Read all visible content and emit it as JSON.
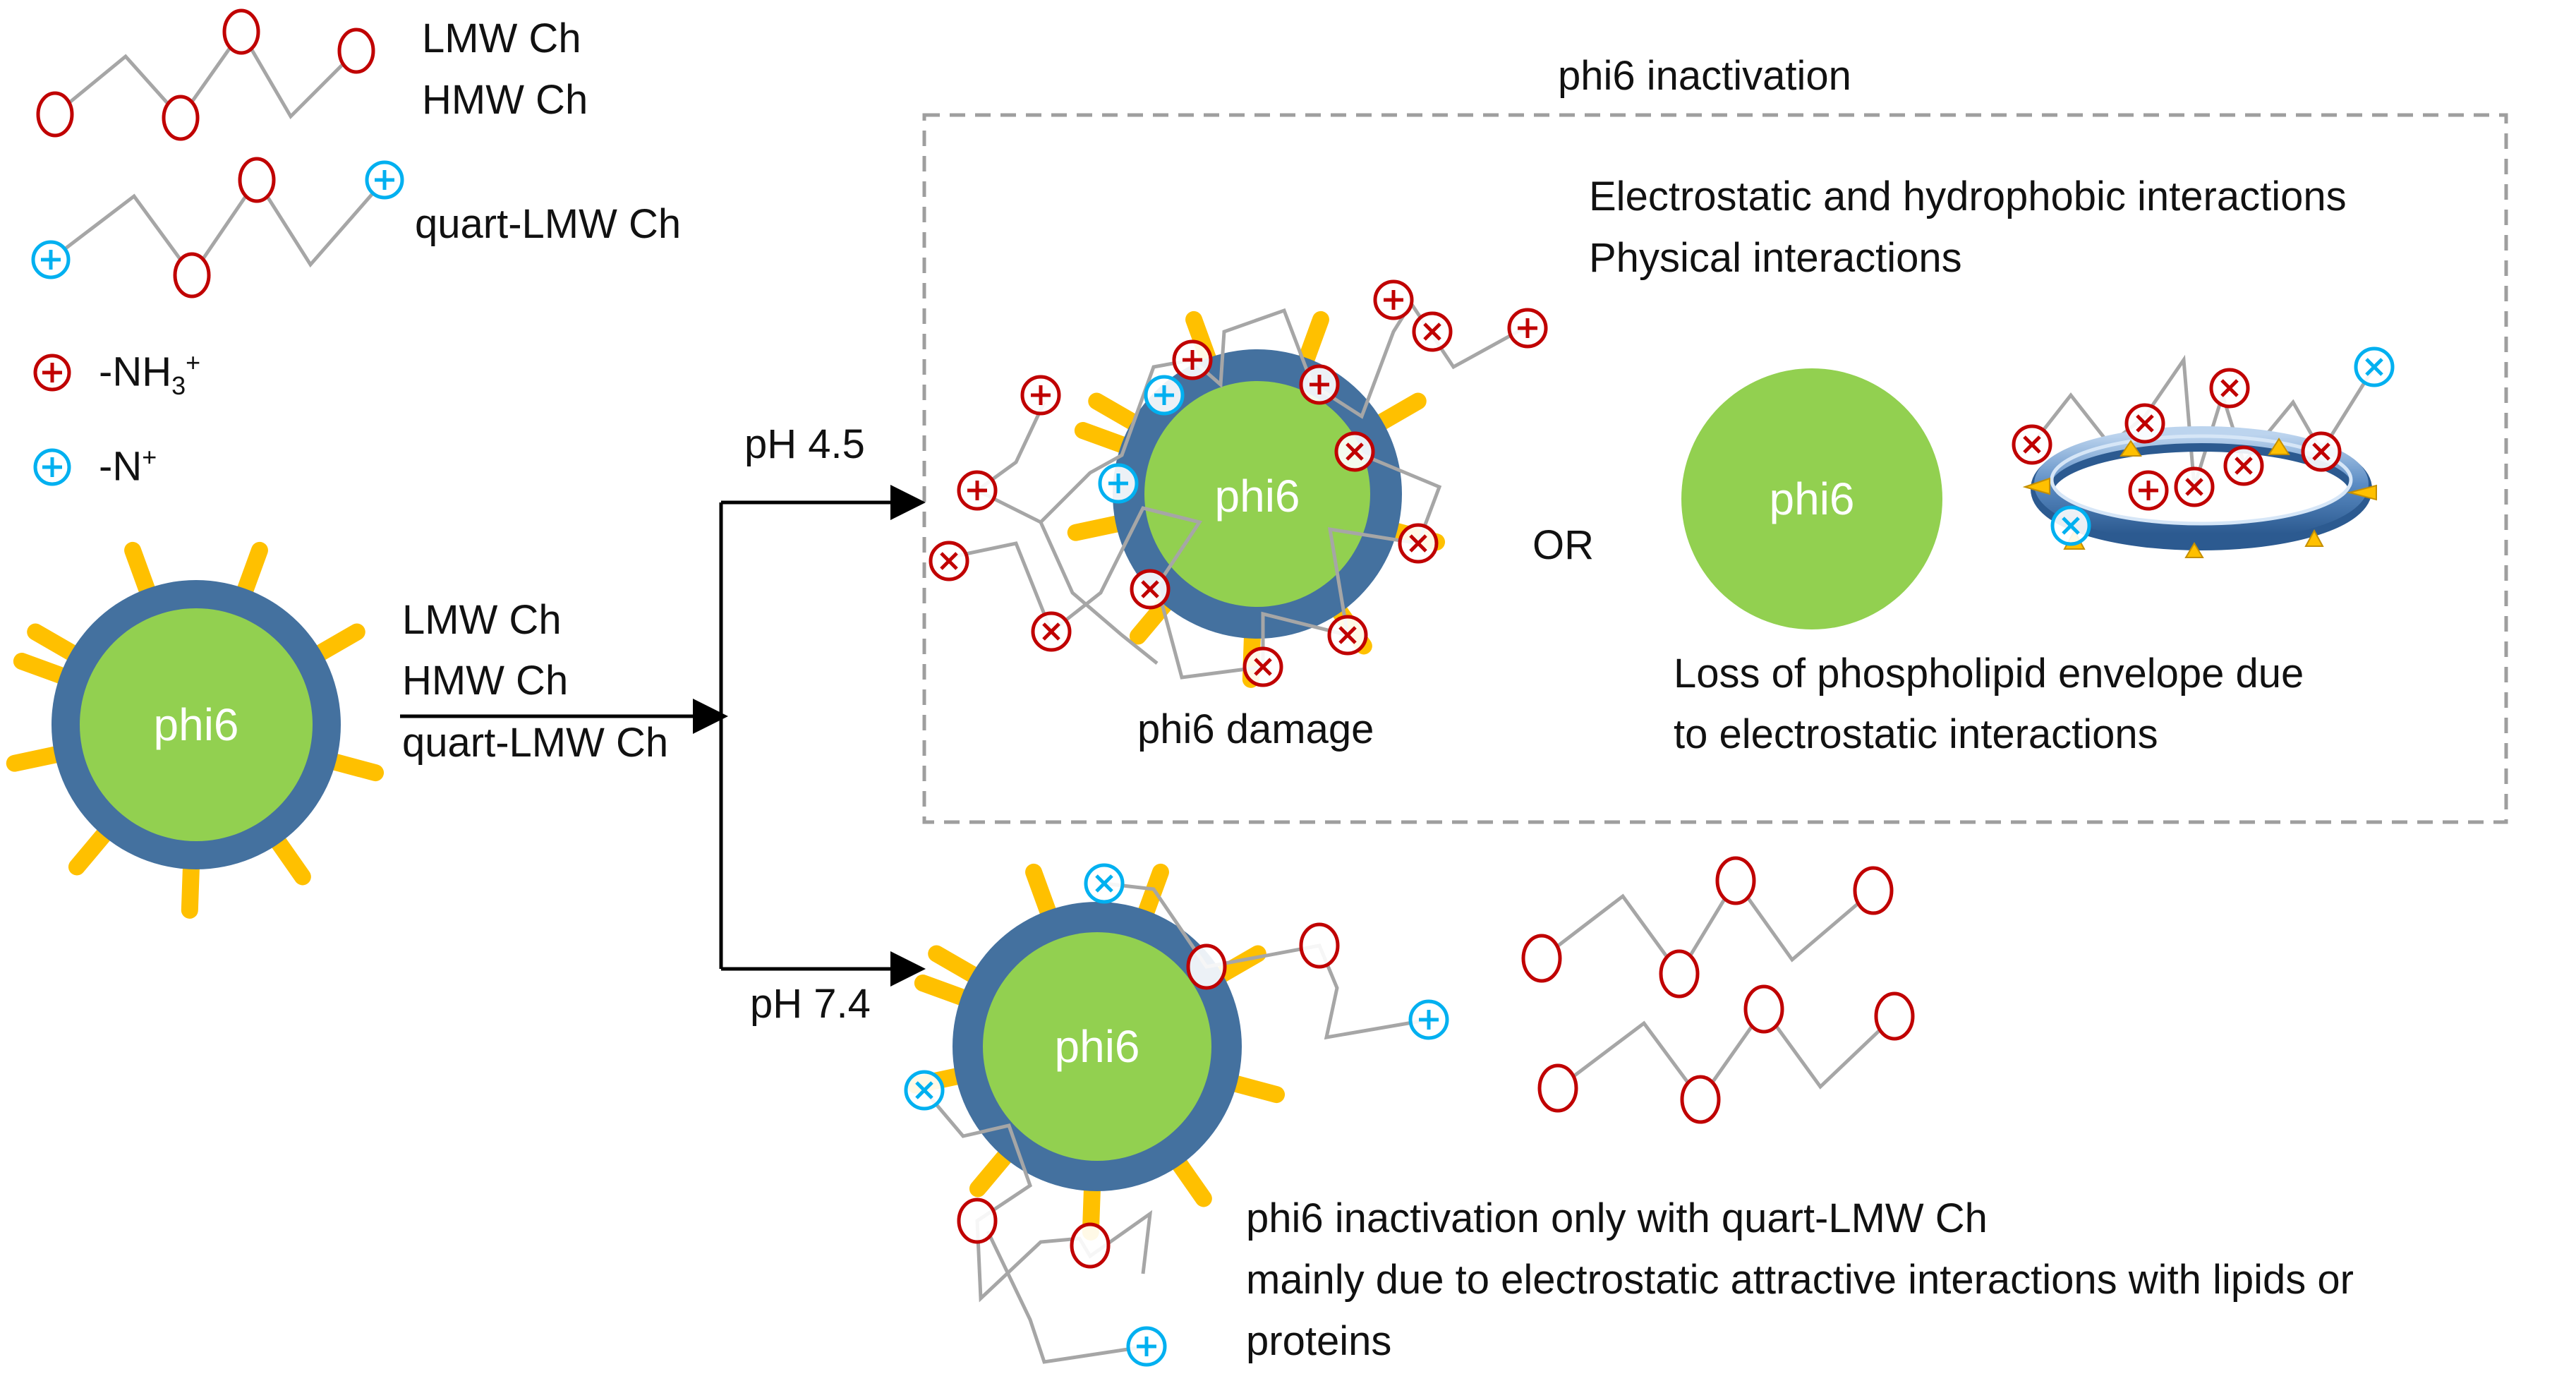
{
  "legend": {
    "lmw": "LMW Ch",
    "hmw": "HMW Ch",
    "quart": "quart-LMW Ch",
    "nh3_prefix": "-NH",
    "nh3_sub": "3",
    "nh3_sup": "+",
    "n_prefix": "-N",
    "n_sup": "+"
  },
  "reagents": {
    "lmw": "LMW Ch",
    "hmw": "HMW Ch",
    "quart": "quart-LMW Ch"
  },
  "virus_label": "phi6",
  "branches": {
    "acidic": "pH 4.5",
    "neutral": "pH 7.4"
  },
  "inactivation_box": {
    "title": "phi6 inactivation",
    "mechanism_line1": "Electrostatic and hydrophobic interactions",
    "mechanism_line2": "Physical interactions",
    "damage_caption": "phi6 damage",
    "or_label": "OR",
    "loss_line1": "Loss of phospholipid envelope due",
    "loss_line2": "to electrostatic interactions"
  },
  "neutral_caption": {
    "line1": "phi6 inactivation only with quart-LMW Ch",
    "line2": "mainly due to electrostatic attractive interactions with lipids or",
    "line3": "proteins"
  },
  "colors": {
    "virus_core": "#92d050",
    "envelope": "#44719f",
    "spike": "#ffc000",
    "amine_charge": "#c00000",
    "quaternary_charge": "#00b0f0",
    "chain": "#a6a6a6",
    "box_border": "#9e9e9e"
  }
}
